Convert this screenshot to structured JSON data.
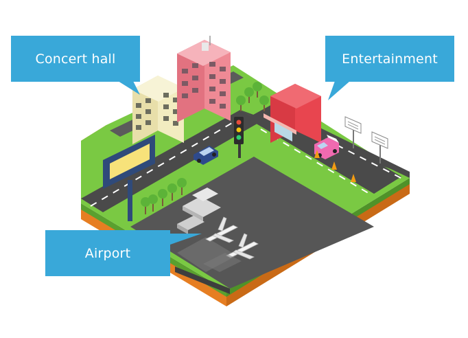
{
  "labels": {
    "concert_hall": "Concert hall",
    "entertainment": "Entertainment",
    "airport": "Airport"
  },
  "colors": {
    "callout": "#39a8d9",
    "grass": "#7ac943",
    "soil": "#e67e22",
    "road": "#4a4a4a",
    "runway": "#555555",
    "concert_hall_building": "#f2ecc0",
    "tower_building": "#ef8a95",
    "entertainment_building": "#e8454f",
    "car": "#2e4a8c",
    "ice_cream_van": "#f06ab0",
    "billboard": "#2f4a7a",
    "billboard_screen": "#f7e27a",
    "traffic_cone": "#f39c12"
  }
}
